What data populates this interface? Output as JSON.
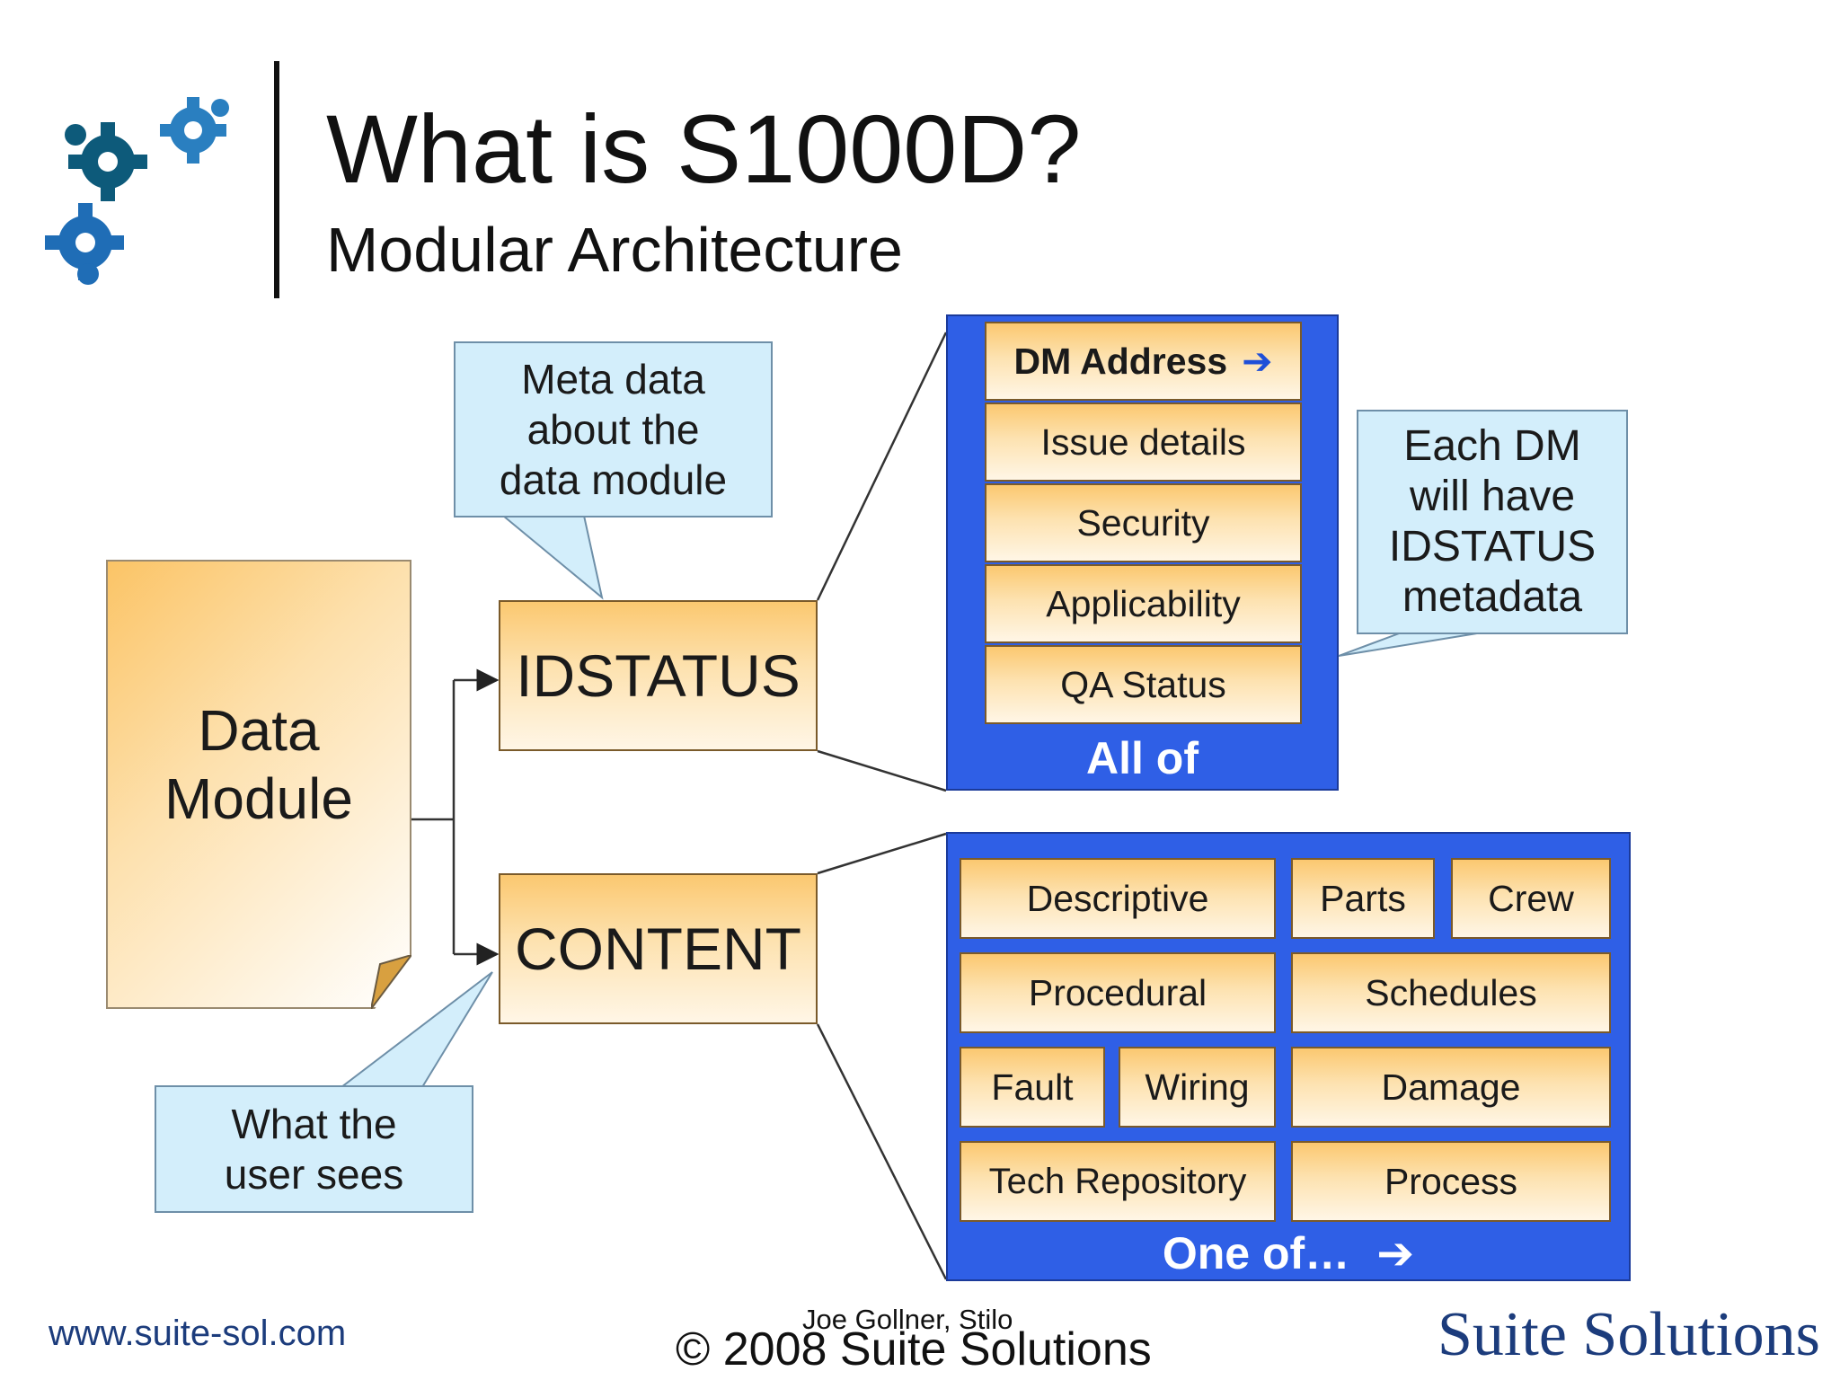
{
  "header": {
    "title": "What is S1000D?",
    "subtitle": "Modular Architecture"
  },
  "diagram": {
    "data_module": {
      "line1": "Data",
      "line2": "Module"
    },
    "idstatus_label": "IDSTATUS",
    "content_label": "CONTENT",
    "idstatus_items": [
      "DM Address",
      "Issue details",
      "Security",
      "Applicability",
      "QA Status"
    ],
    "idstatus_footer": "All of",
    "content_items": {
      "descriptive": "Descriptive",
      "parts": "Parts",
      "crew": "Crew",
      "procedural": "Procedural",
      "schedules": "Schedules",
      "fault": "Fault",
      "wiring": "Wiring",
      "damage": "Damage",
      "tech_repository": "Tech Repository",
      "process": "Process"
    },
    "content_footer": "One of…",
    "callout_metadata": {
      "line1": "Meta data",
      "line2": "about the",
      "line3": "data module"
    },
    "callout_each_dm": {
      "line1": "Each DM",
      "line2": "will have",
      "line3": "IDSTATUS",
      "line4": "metadata"
    },
    "callout_user": {
      "line1": "What the",
      "line2": "user sees"
    }
  },
  "footer": {
    "url": "www.suite-sol.com",
    "author": "Joe Gollner, Stilo",
    "copyright": "© 2008 Suite Solutions",
    "brand": "Suite Solutions"
  },
  "colors": {
    "panel_blue": "#2f5fe6",
    "cell_orange": "#fbc870",
    "callout_blue": "#d3eefb",
    "brand_navy": "#1c3c7c"
  }
}
